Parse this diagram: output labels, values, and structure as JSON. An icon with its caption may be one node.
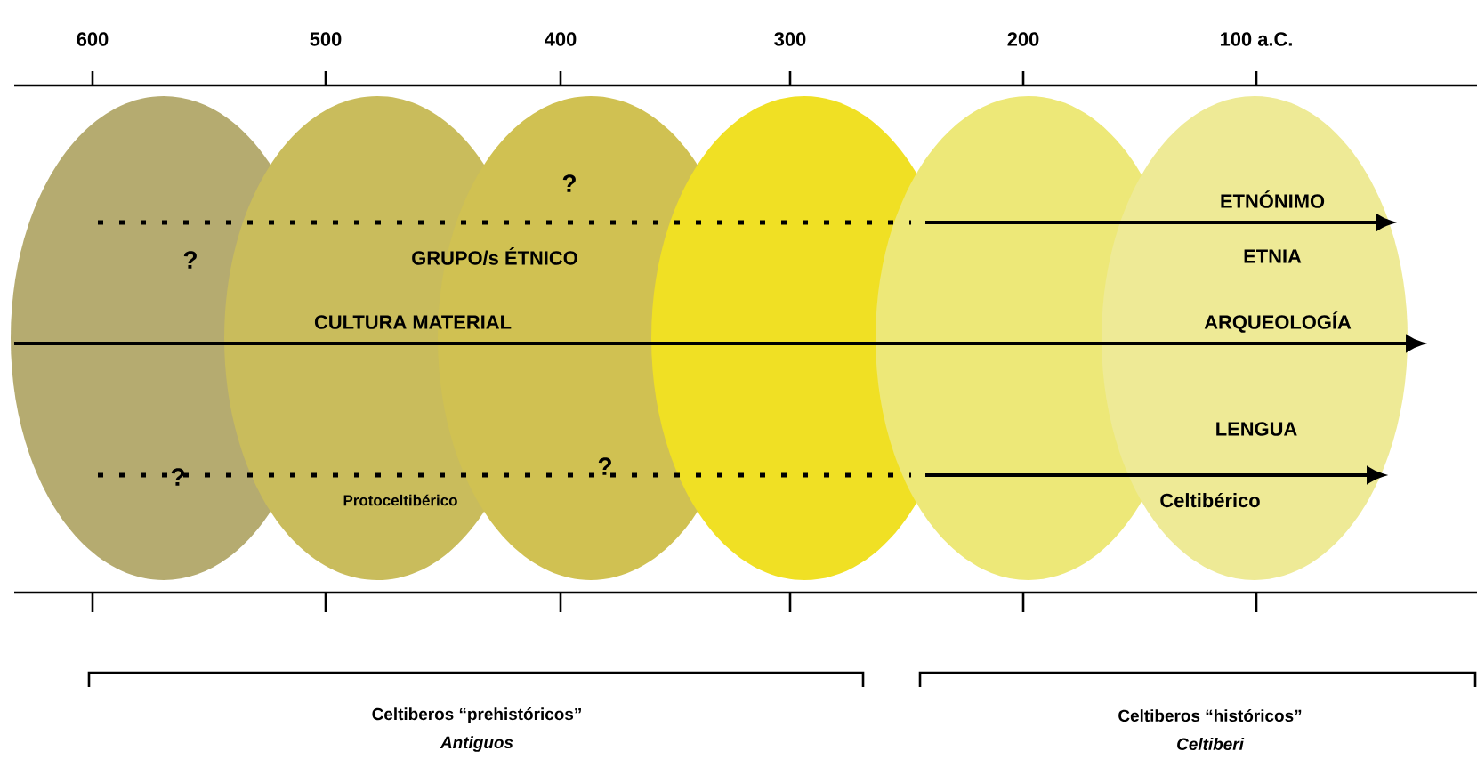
{
  "diagram": {
    "labels": [
      "600",
      "500",
      "400",
      "300",
      "200",
      "100 a.C.",
      "?",
      "ETNÓNIMO",
      "?",
      "GRUPO/s ÉTNICO",
      "ETNIA",
      "CULTURA MATERIAL",
      "ARQUEOLOGÍA",
      "LENGUA",
      "?",
      "?",
      "Protoceltibérico",
      "Celtibérico",
      "Celtiberos “prehistóricos”",
      "Antiguos",
      "Celtiberos “históricos”",
      "Celtiberi"
    ]
  }
}
